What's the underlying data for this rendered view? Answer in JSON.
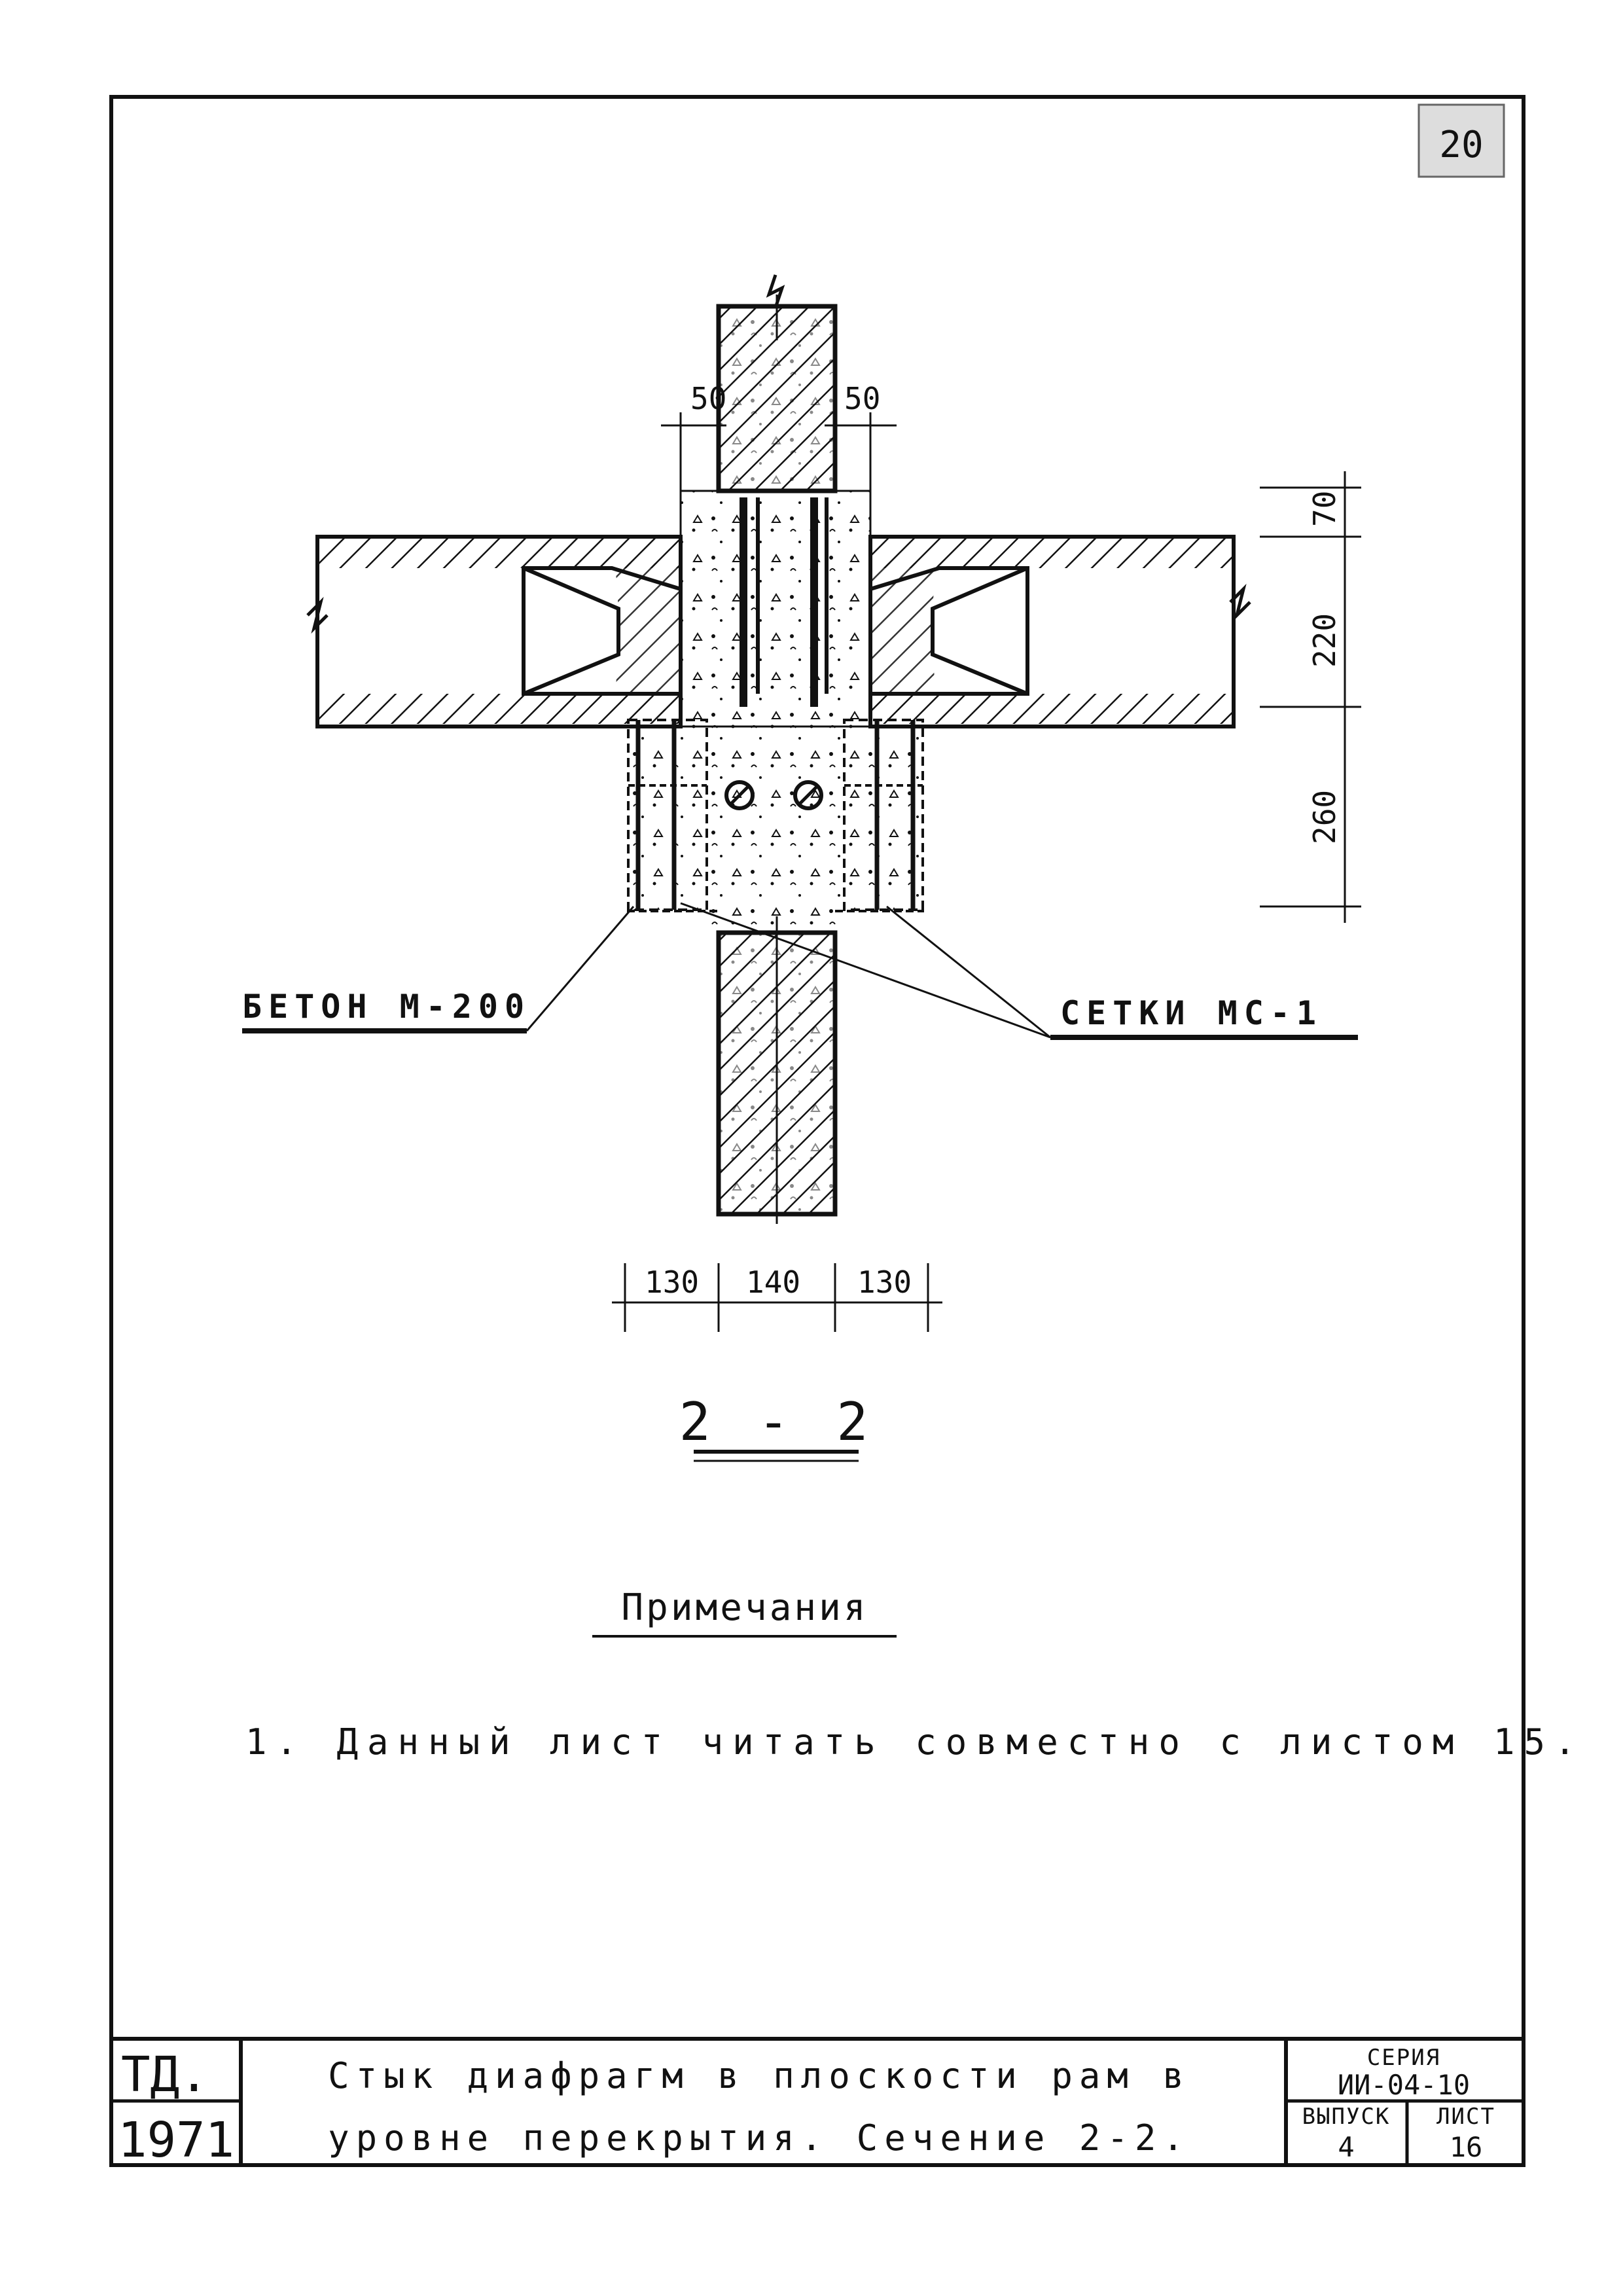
{
  "sheet_corner_number": "20",
  "section_label": "2 - 2",
  "dimensions": {
    "top_left_50": "50",
    "top_right_50": "50",
    "h_70": "70",
    "h_220": "220",
    "h_260": "260",
    "bottom_130_left": "130",
    "bottom_140": "140",
    "bottom_130_right": "130"
  },
  "callouts": {
    "concrete": "БЕТОН  М-200",
    "mesh": "СЕТКИ МС-1"
  },
  "notes": {
    "title": "Примечания",
    "items": [
      "1. Данный лист читать совместно с листом 15."
    ]
  },
  "title_block": {
    "org": "ТД.",
    "year": "1971",
    "title_line1": "Стык диафрагм в плоскости рам в",
    "title_line2": "уровне перекрытия. Сечение 2-2.",
    "series_label": "СЕРИЯ",
    "series_value": "ИИ-04-10",
    "issue_label": "ВЫПУСК",
    "issue_value": "4",
    "sheet_label": "ЛИСТ",
    "sheet_value": "16"
  }
}
